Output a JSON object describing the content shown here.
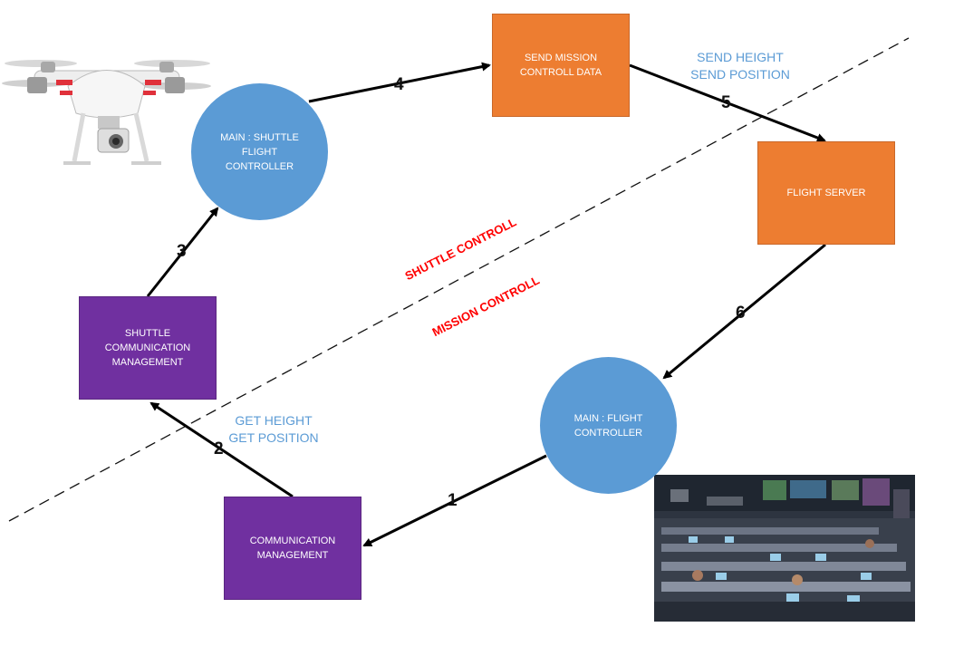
{
  "nodes": {
    "send_mission": "SEND MISSION\nCONTROLL DATA",
    "flight_server": "FLIGHT SERVER",
    "shuttle_controller": "MAIN : SHUTTLE\nFLIGHT\nCONTROLLER",
    "flight_controller": "MAIN : FLIGHT\nCONTROLLER",
    "shuttle_comm": "SHUTTLE\nCOMMUNICATION\nMANAGEMENT",
    "comm_mgmt": "COMMUNICATION\nMANAGEMENT"
  },
  "steps": [
    "1",
    "2",
    "3",
    "4",
    "5",
    "6"
  ],
  "notes": {
    "send": "SEND HEIGHT\nSEND POSITION",
    "get": "GET HEIGHT\nGET POSITION"
  },
  "zones": {
    "shuttle": "SHUTTLE CONTROLL",
    "mission": "MISSION CONTROLL"
  },
  "colors": {
    "orange": "#ED7D31",
    "purple": "#7030A0",
    "blue": "#5B9BD5",
    "label_red": "#FF0000",
    "note_blue": "#5B9BD5"
  },
  "images": {
    "drone": "drone-photo",
    "control_room": "mission-control-room-photo"
  }
}
